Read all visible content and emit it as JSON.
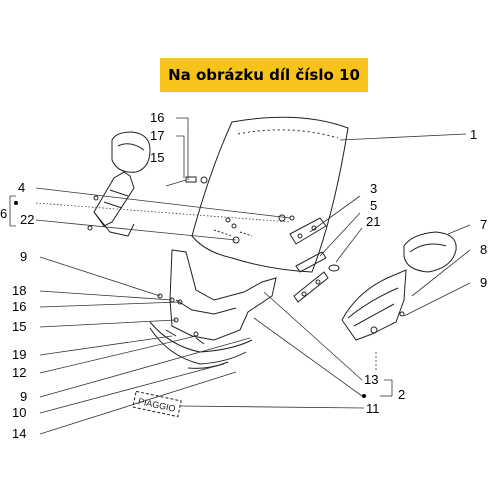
{
  "banner": {
    "text": "Na obrázku díl číslo 10",
    "color": "#f7c31a"
  },
  "labels": {
    "l1": "1",
    "l2": "2",
    "l3": "3",
    "l4": "4",
    "l5": "5",
    "l6": "6",
    "l7": "7",
    "l8": "8",
    "l9a": "9",
    "l9b": "9",
    "l9c": "9",
    "l10": "10",
    "l11": "11",
    "l12": "12",
    "l13": "13",
    "l14": "14",
    "l15a": "15",
    "l15b": "15",
    "l16a": "16",
    "l16b": "16",
    "l17": "17",
    "l18": "18",
    "l19": "19",
    "l21": "21",
    "l22": "22"
  },
  "decal_text": "PIAGGIO"
}
